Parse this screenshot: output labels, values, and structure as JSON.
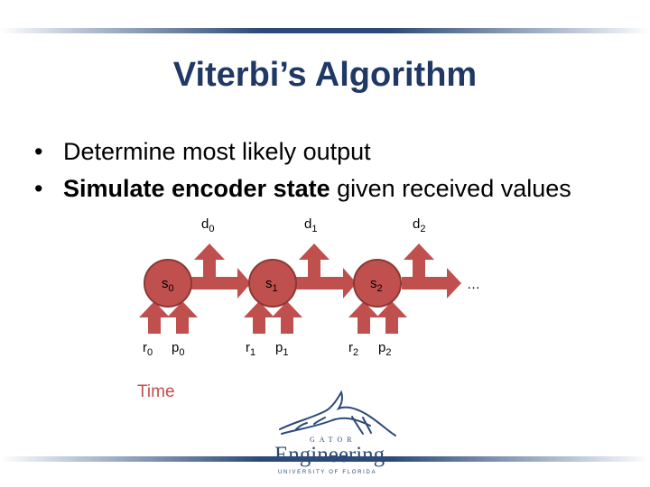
{
  "slide": {
    "title": "Viterbi’s Algorithm",
    "bullets": [
      {
        "plain": "Determine most likely output",
        "bold": "",
        "rest": ""
      },
      {
        "plain": "",
        "bold": "Simulate encoder state",
        "rest": " given received values"
      }
    ]
  },
  "diagram": {
    "states": [
      {
        "label": "s",
        "sub": "0"
      },
      {
        "label": "s",
        "sub": "1"
      },
      {
        "label": "s",
        "sub": "2"
      }
    ],
    "outputs": [
      {
        "label": "d",
        "sub": "0"
      },
      {
        "label": "d",
        "sub": "1"
      },
      {
        "label": "d",
        "sub": "2"
      }
    ],
    "received": [
      {
        "label": "r",
        "sub": "0"
      },
      {
        "label": "r",
        "sub": "1"
      },
      {
        "label": "r",
        "sub": "2"
      }
    ],
    "parity": [
      {
        "label": "p",
        "sub": "0"
      },
      {
        "label": "p",
        "sub": "1"
      },
      {
        "label": "p",
        "sub": "2"
      }
    ],
    "ellipsis": "…",
    "time_label": "Time",
    "colors": {
      "node": "#c0504d",
      "node_stroke": "#8c3836",
      "arrow": "#c0504d",
      "time": "#c0504d"
    }
  },
  "logo": {
    "word": "Engineering",
    "top_text": "GATOR",
    "bottom_text": "UNIVERSITY OF FLORIDA",
    "color": "#2c4a78"
  }
}
